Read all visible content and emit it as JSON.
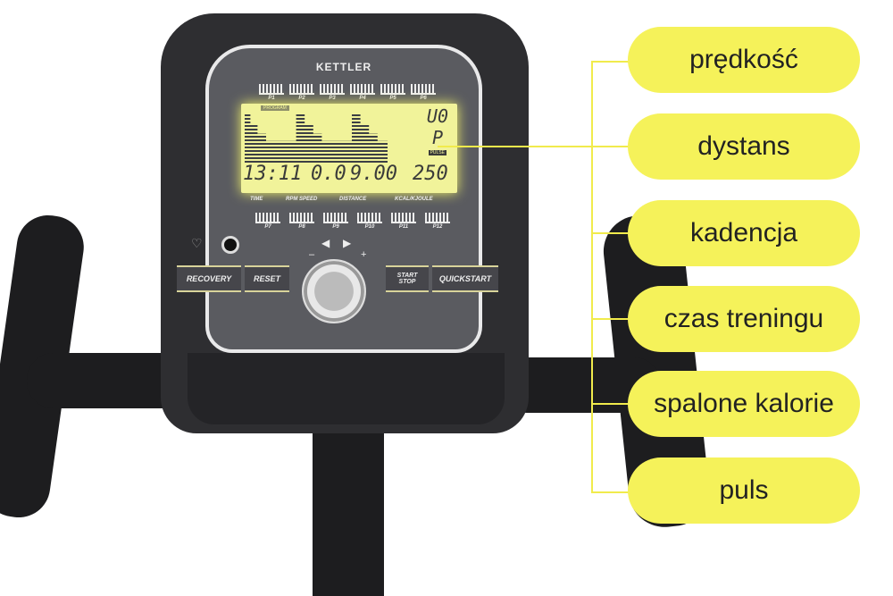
{
  "console": {
    "brand": "KETTLER",
    "programs_top": [
      "P1",
      "P2",
      "P3",
      "P4",
      "P5",
      "P6"
    ],
    "programs_bottom": [
      "P7",
      "P8",
      "P9",
      "P10",
      "P11",
      "P12"
    ],
    "lcd": {
      "program_label": "PROGRAM",
      "pulse_label": "PULSE",
      "right_top": "U0",
      "right_mid": "P",
      "time": "13:11",
      "speed": "0.0",
      "distance": "9.00",
      "kcal": "250"
    },
    "field_labels": [
      "TIME",
      "RPM SPEED",
      "DISTANCE",
      "KCAL/KJOULE"
    ],
    "buttons": {
      "recovery": "RECOVERY",
      "reset": "RESET",
      "start_stop_1": "START",
      "start_stop_2": "STOP",
      "quickstart": "QUICKSTART",
      "minus": "–",
      "plus": "+"
    }
  },
  "callouts": [
    "prędkość",
    "dystans",
    "kadencja",
    "czas treningu",
    "spalone kalorie",
    "puls"
  ],
  "colors": {
    "callout": "#f5f25a",
    "lcd": "#f1f39a",
    "console": "#2e2e31"
  }
}
